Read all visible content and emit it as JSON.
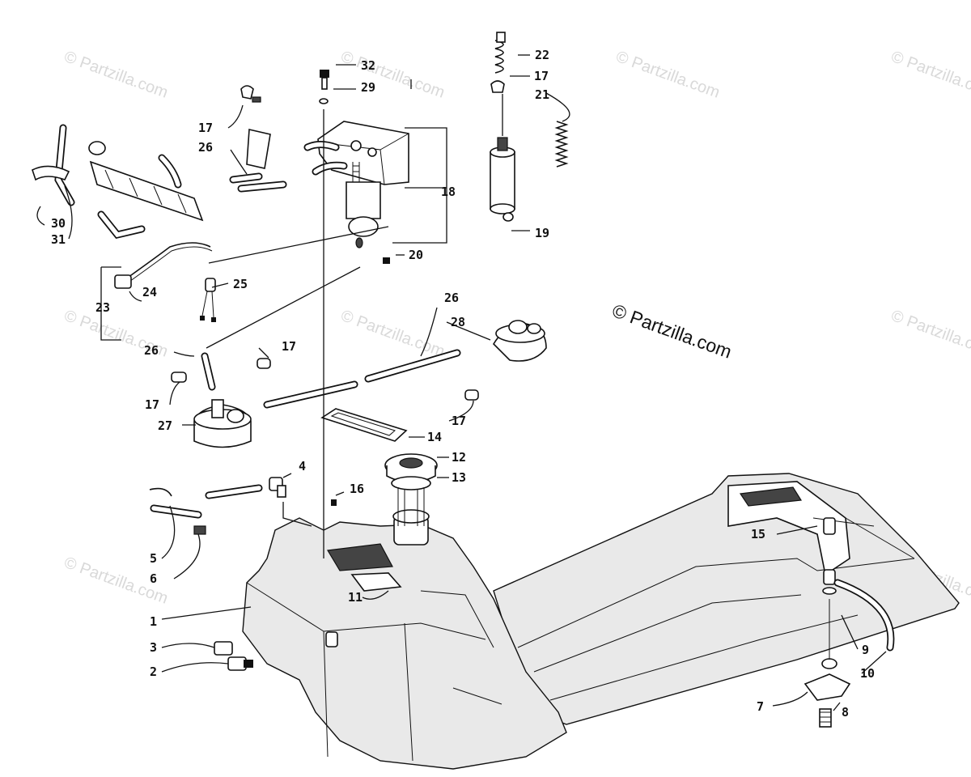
{
  "diagram": {
    "copyright_text": "© Partzilla.com",
    "watermark_text": "© Partzilla.com",
    "callouts": {
      "c1": "1",
      "c2": "2",
      "c3": "3",
      "c4": "4",
      "c5": "5",
      "c6": "6",
      "c7": "7",
      "c8": "8",
      "c9": "9",
      "c10": "10",
      "c11": "11",
      "c12": "12",
      "c13": "13",
      "c14": "14",
      "c15": "15",
      "c16": "16",
      "c17a": "17",
      "c17b": "17",
      "c17c": "17",
      "c17d": "17",
      "c17e": "17",
      "c18": "18",
      "c19": "19",
      "c20": "20",
      "c21": "21",
      "c22": "22",
      "c23": "23",
      "c24": "24",
      "c25": "25",
      "c26a": "26",
      "c26b": "26",
      "c26c": "26",
      "c27": "27",
      "c28": "28",
      "c29": "29",
      "c30": "30",
      "c31": "31",
      "c32": "32"
    }
  }
}
